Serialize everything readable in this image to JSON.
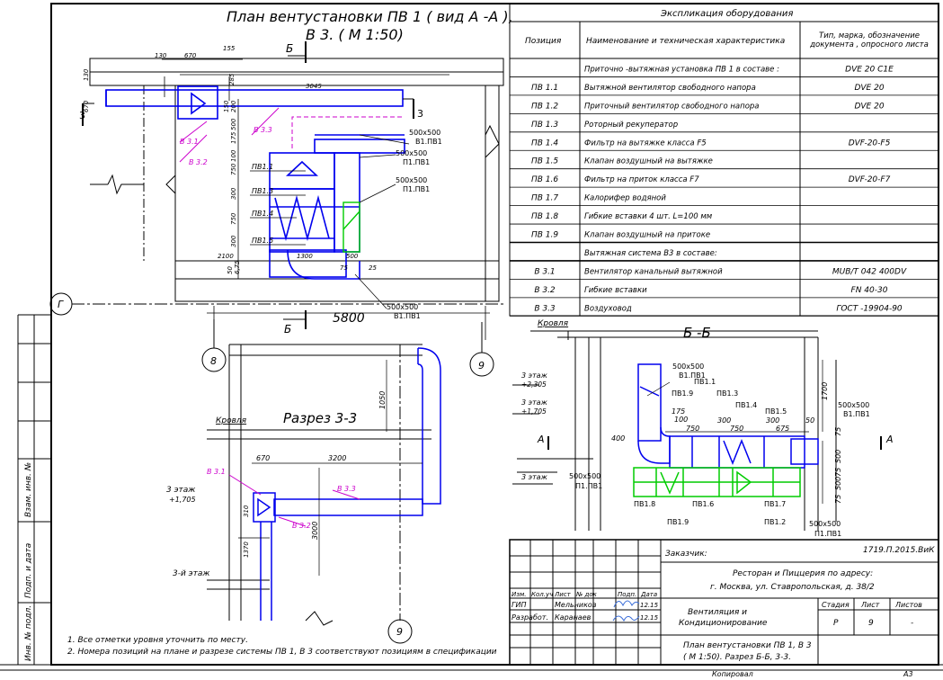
{
  "plan": {
    "title1": "План вентустановки ПВ 1 ( вид А -А ),",
    "title2": "В 3. ( М 1:50)",
    "dims": {
      "d130": "130",
      "d670": "670",
      "d155": "155",
      "d3045": "3045",
      "d285": "285",
      "d670v": "670",
      "d130v": "130",
      "d150": "150",
      "d200": "200",
      "d175": "175",
      "d500": "500",
      "d750": "750",
      "d100": "100",
      "d300": "300",
      "d750b": "750",
      "d300b": "300",
      "d2100": "2100",
      "d1300": "1300",
      "d500b": "500",
      "d75": "75",
      "d25": "25",
      "d50": "50",
      "d675": "6,75",
      "d5800": "5800"
    },
    "labels": {
      "b": "Б",
      "b2": "Б",
      "n3a": "3",
      "n3b": "3",
      "g": "Г",
      "ax8": "8",
      "ax9": "9",
      "v31": "В 3.1",
      "v32": "В 3.2",
      "v33": "В 3.3",
      "pv11": "ПВ1.1",
      "pv13": "ПВ1.3",
      "pv14": "ПВ1.4",
      "pv15": "ПВ1.5",
      "c1a": "500x500",
      "c1b": "В1.ПВ1",
      "c2a": "500x500",
      "c2b": "П1.ПВ1",
      "c3a": "500x500",
      "c3b": "П1.ПВ1",
      "c4a": "500x500",
      "c4b": "В1.ПВ1"
    }
  },
  "section33": {
    "title": "Разрез 3-3",
    "labels": {
      "krovlya": "Кровля",
      "etazh3": "3 этаж",
      "lev": "+1,705",
      "etazh3b": "3-й этаж",
      "v31": "В 3.1",
      "v32": "В 3.2",
      "v33": "В 3.3",
      "d670": "670",
      "d3200": "3200",
      "d1050": "1050",
      "d3000": "3000",
      "d310": "310",
      "d1370": "1370",
      "ax9": "9"
    }
  },
  "notes": [
    "1. Все отметки уровня уточнить по месту.",
    "2. Номера позиций на плане и разрезе системы ПВ 1, В 3 соответствуют позициям в спецификации"
  ],
  "explication": {
    "title": "Экспликация оборудования",
    "headers": [
      "Позиция",
      "Наименование и техническая характеристика",
      "Тип, марка, обозначение документа , опросного листа"
    ],
    "rows": [
      [
        "",
        "Приточно -вытяжная установка ПВ 1 в составе :",
        "DVE 20 C1E"
      ],
      [
        "ПВ 1.1",
        "Вытяжной вентилятор свободного напора",
        "DVE 20"
      ],
      [
        "ПВ 1.2",
        "Приточный вентилятор свободного напора",
        "DVE 20"
      ],
      [
        "ПВ 1.3",
        "Роторный рекуператор",
        ""
      ],
      [
        "ПВ 1.4",
        "Фильтр на вытяжке класса F5",
        "DVF-20-F5"
      ],
      [
        "ПВ 1.5",
        "Клапан воздушный на вытяжке",
        ""
      ],
      [
        "ПВ 1.6",
        "Фильтр на приток класса F7",
        "DVF-20-F7"
      ],
      [
        "ПВ 1.7",
        "Калорифер водяной",
        ""
      ],
      [
        "ПВ 1.8",
        "Гибкие вставки 4 шт. L=100 мм",
        ""
      ],
      [
        "ПВ 1.9",
        "Клапан воздушный на притоке",
        ""
      ],
      [
        "",
        "Вытяжная система В3 в составе:",
        ""
      ],
      [
        "В 3.1",
        "Вентилятор канальный вытяжной",
        "MUB/T 042 400DV"
      ],
      [
        "В 3.2",
        "Гибкие вставки",
        "FN 40-30"
      ],
      [
        "В 3.3",
        "Воздуховод",
        "ГОСТ -19904-90"
      ]
    ]
  },
  "sectionBB": {
    "title": "Б -Б",
    "labels": {
      "krovlya": "Кровля",
      "e3a": "3 этаж",
      "e3alev": "+2,305",
      "e3b": "3 этаж",
      "e3blev": "+1,705",
      "e3c": "3 этаж",
      "a1": "А",
      "a2": "А",
      "c1a": "500x500",
      "c1b": "В1.ПВ1",
      "c2a": "500x500",
      "c2b": "В1.ПВ1",
      "c3a": "500x500",
      "c3b": "П1.ПВ1",
      "c4a": "500x500",
      "c4b": "П1.ПВ1",
      "pv11": "ПВ1.1",
      "pv13": "ПВ1.3",
      "pv14": "ПВ1.4",
      "pv15": "ПВ1.5",
      "pv16": "ПВ1.6",
      "pv17": "ПВ1.7",
      "pv18": "ПВ1.8",
      "pv19": "ПВ1.9",
      "pv19b": "ПВ1.9",
      "pv12": "ПВ1.2",
      "d175": "175",
      "d100": "100",
      "d750": "750",
      "d300": "300",
      "d750b": "750",
      "d300b": "300",
      "d675": "675",
      "d50": "50",
      "d1700": "1700",
      "d400": "400",
      "d75a": "75",
      "d500": "500",
      "d75b": "75",
      "d500b": "500",
      "d75c": "75"
    }
  },
  "stamp": {
    "customer_label": "Заказчик:",
    "code": "1719.П.2015.ВиК",
    "object1": "Ресторан и Пиццерия по адресу:",
    "object2": "г. Москва, ул. Ставропольская, д. 38/2",
    "h_izm": "Изм.",
    "h_kol": "Кол.уч",
    "h_list": "Лист",
    "h_ndok": "№ док",
    "h_podp": "Подп.",
    "h_data": "Дата",
    "r1_role": "ГИП",
    "r1_name": "Мельников",
    "r1_date": "12.15",
    "r2_role": "Разработ.",
    "r2_name": "Каранаев",
    "r2_date": "12.15",
    "section1": "Вентиляция и",
    "section2": "Кондиционирование",
    "stadia": "Стадия",
    "list": "Лист",
    "listov": "Листов",
    "stadia_v": "Р",
    "list_v": "9",
    "listov_v": "-",
    "sheet1": "План вентустановки ПВ 1, В 3",
    "sheet2": "( М 1:50). Разрез Б-Б, 3-3.",
    "kopiroval": "Копировал",
    "format": "А3"
  },
  "sidebar": {
    "v1": "Инв. № подл.",
    "v2": "Подп. и дата",
    "v3": "Взам. инв. №"
  }
}
